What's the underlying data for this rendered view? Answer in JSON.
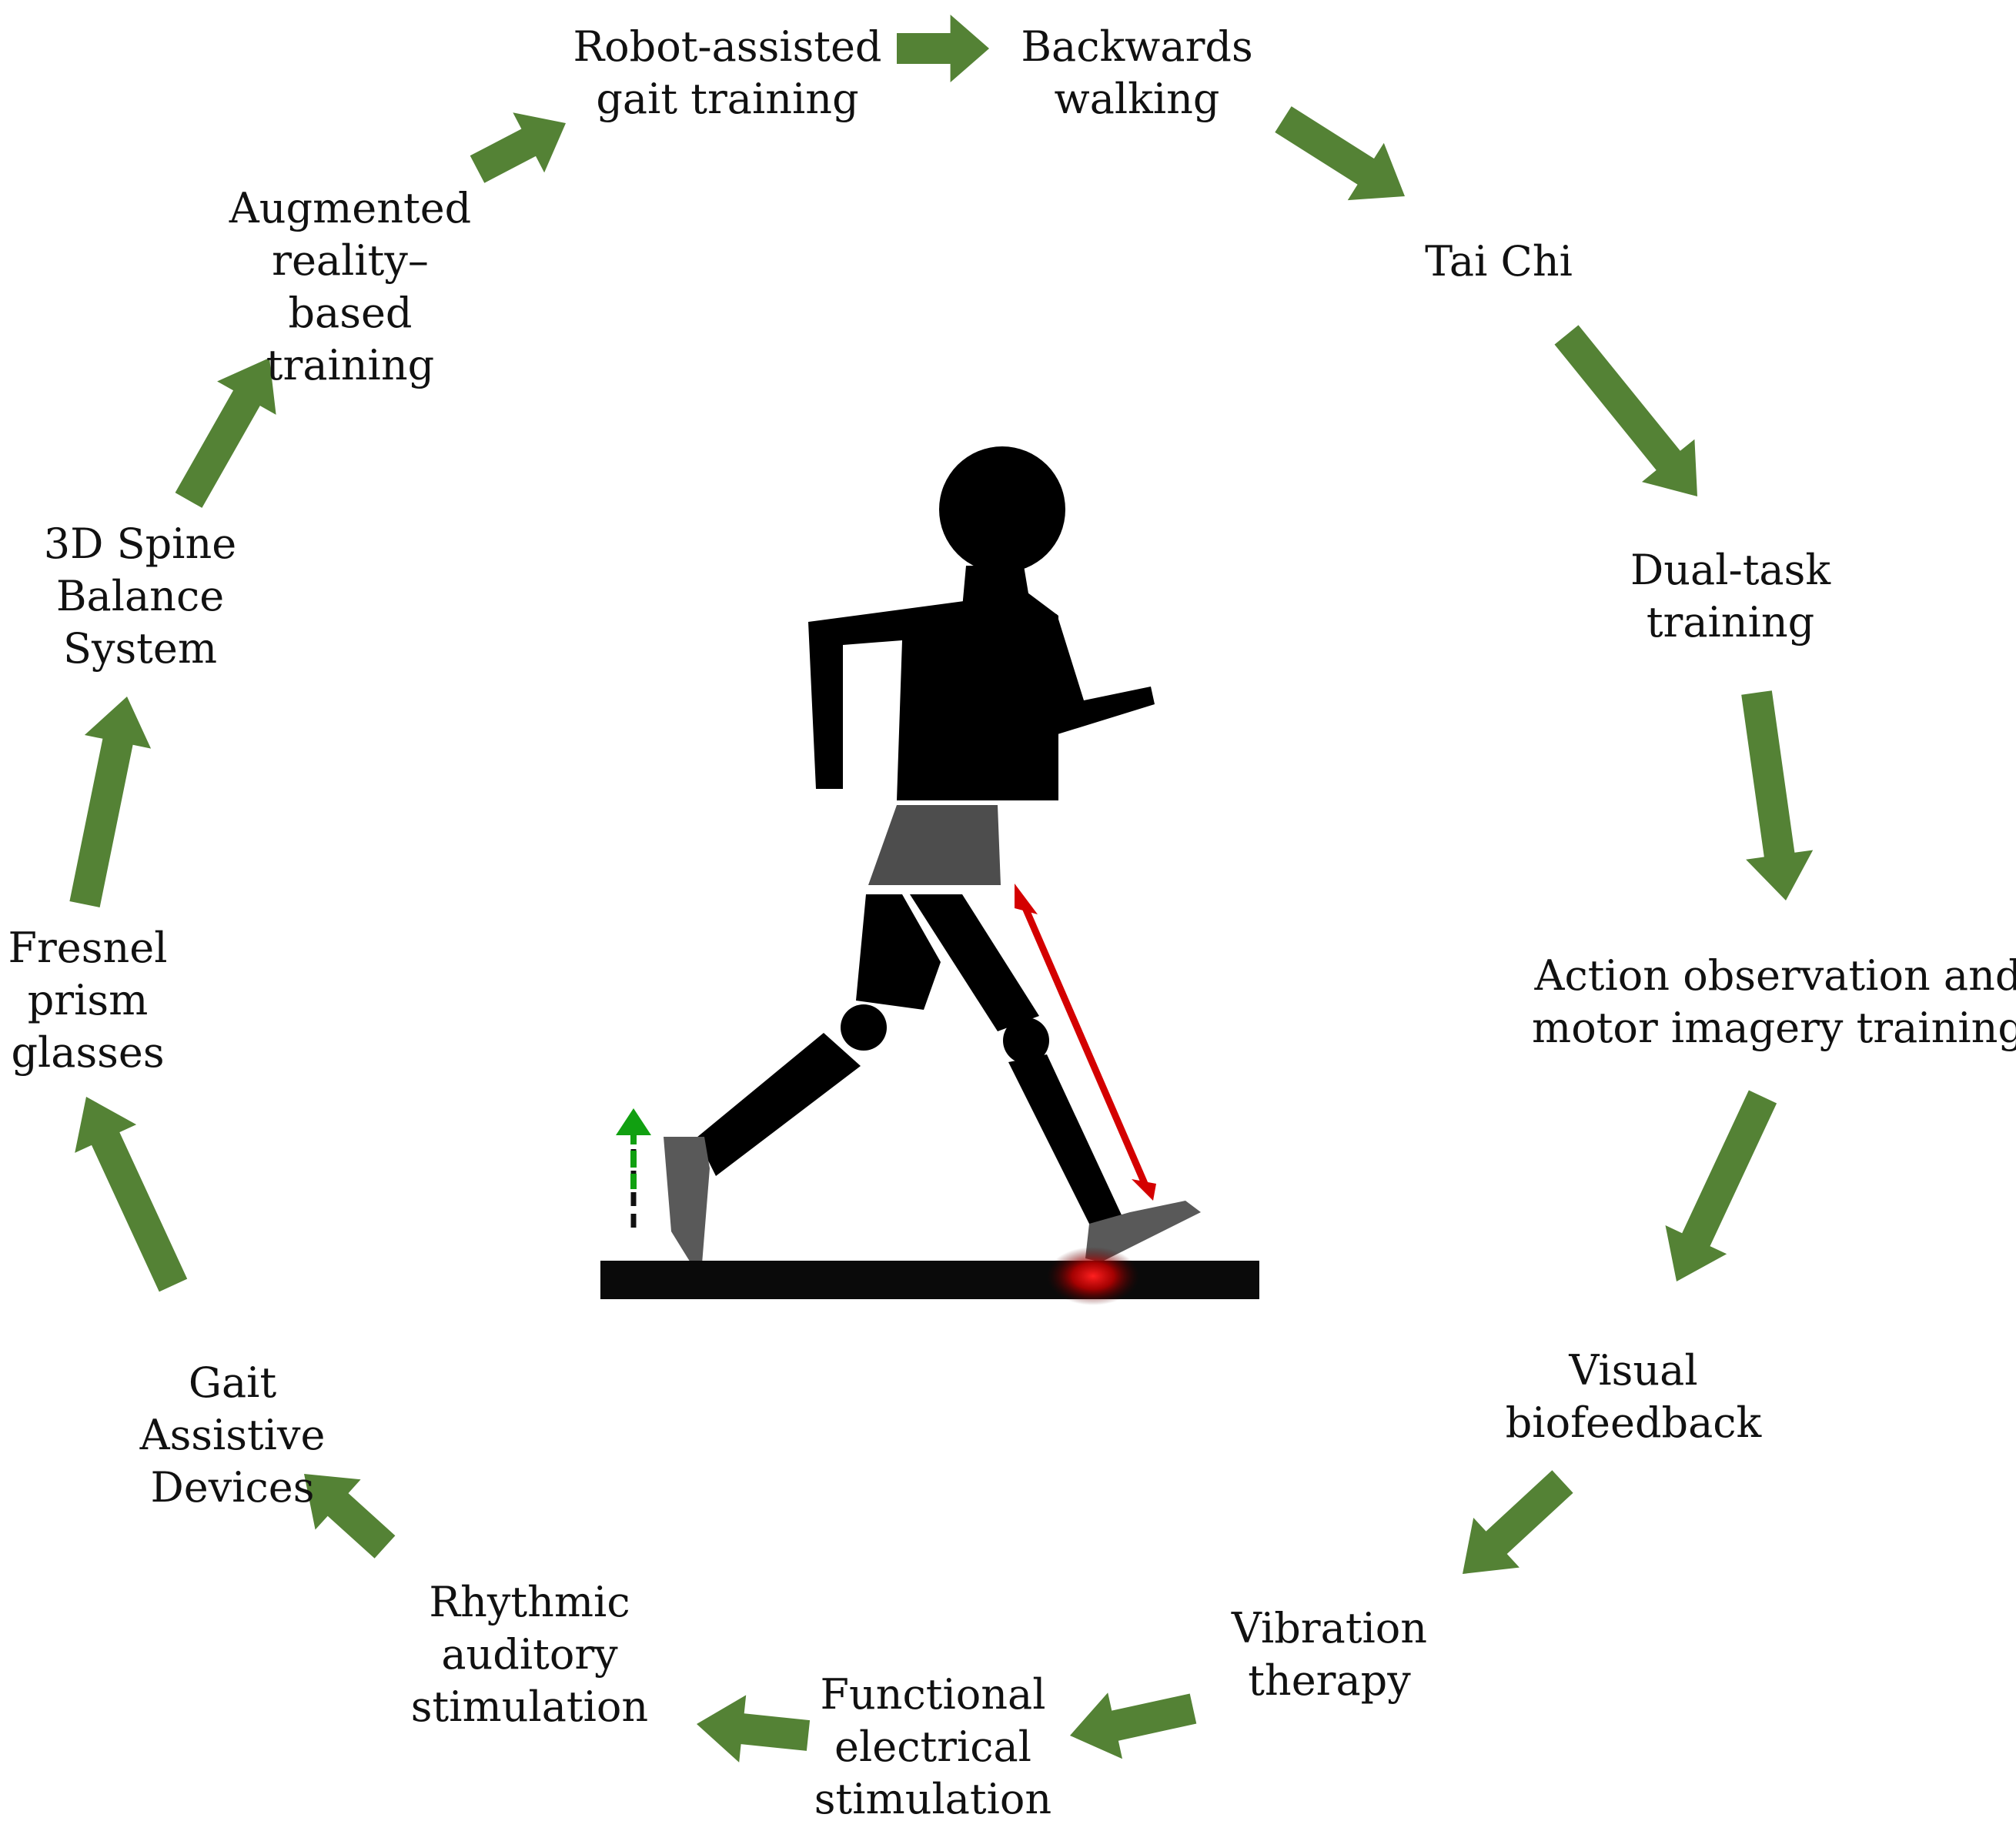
{
  "colors": {
    "arrow": "#548235",
    "figure": "#000000",
    "shorts": "#4d4d4d",
    "shoe": "#595959",
    "stride": "#d40000",
    "lift": "#11a011",
    "ground": "#0a0a0a"
  },
  "icons": {
    "figure": "walking-person-icon",
    "stride": "stride-length-arrow",
    "lift": "foot-lift-arrow",
    "contact": "heel-strike-glow"
  },
  "interventions": [
    {
      "lines": [
        "Robot-assisted",
        "gait training"
      ]
    },
    {
      "lines": [
        "Backwards",
        "walking"
      ]
    },
    {
      "lines": [
        "Tai Chi"
      ]
    },
    {
      "lines": [
        "Dual-task",
        "training"
      ]
    },
    {
      "lines": [
        "Action observation and",
        "motor imagery training"
      ]
    },
    {
      "lines": [
        "Visual",
        "biofeedback"
      ]
    },
    {
      "lines": [
        "Vibration",
        "therapy"
      ]
    },
    {
      "lines": [
        "Functional",
        "electrical",
        "stimulation"
      ]
    },
    {
      "lines": [
        "Rhythmic",
        "auditory",
        "stimulation"
      ]
    },
    {
      "lines": [
        "Gait",
        "Assistive",
        "Devices"
      ]
    },
    {
      "lines": [
        "Fresnel",
        "prism",
        "glasses"
      ]
    },
    {
      "lines": [
        "3D Spine",
        "Balance",
        "System"
      ]
    },
    {
      "lines": [
        "Augmented",
        "reality–",
        "based",
        "training"
      ]
    }
  ]
}
